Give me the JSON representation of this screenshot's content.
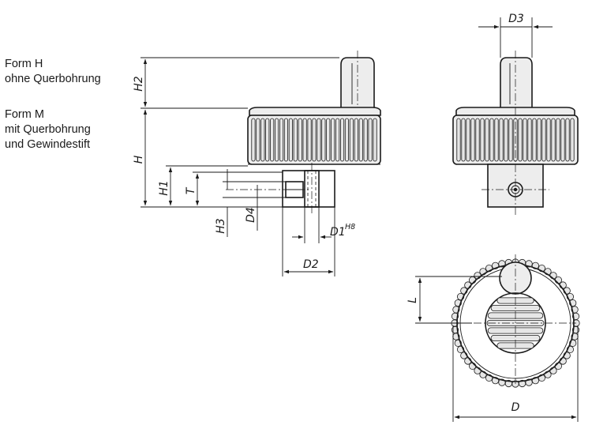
{
  "legend": {
    "form_h": [
      "Form H",
      "ohne Querbohrung"
    ],
    "form_m": [
      "Form M",
      "mit Querbohrung",
      "und Gewindestift"
    ]
  },
  "dimensions": {
    "H2": "H2",
    "H": "H",
    "H1": "H1",
    "T": "T",
    "H3": "H3",
    "D4": "D4",
    "D1": "D1",
    "D1_fit": "H8",
    "D2": "D2",
    "D3": "D3",
    "L": "L",
    "D": "D"
  },
  "colors": {
    "line": "#1a1a1a",
    "fill": "#ededed"
  }
}
